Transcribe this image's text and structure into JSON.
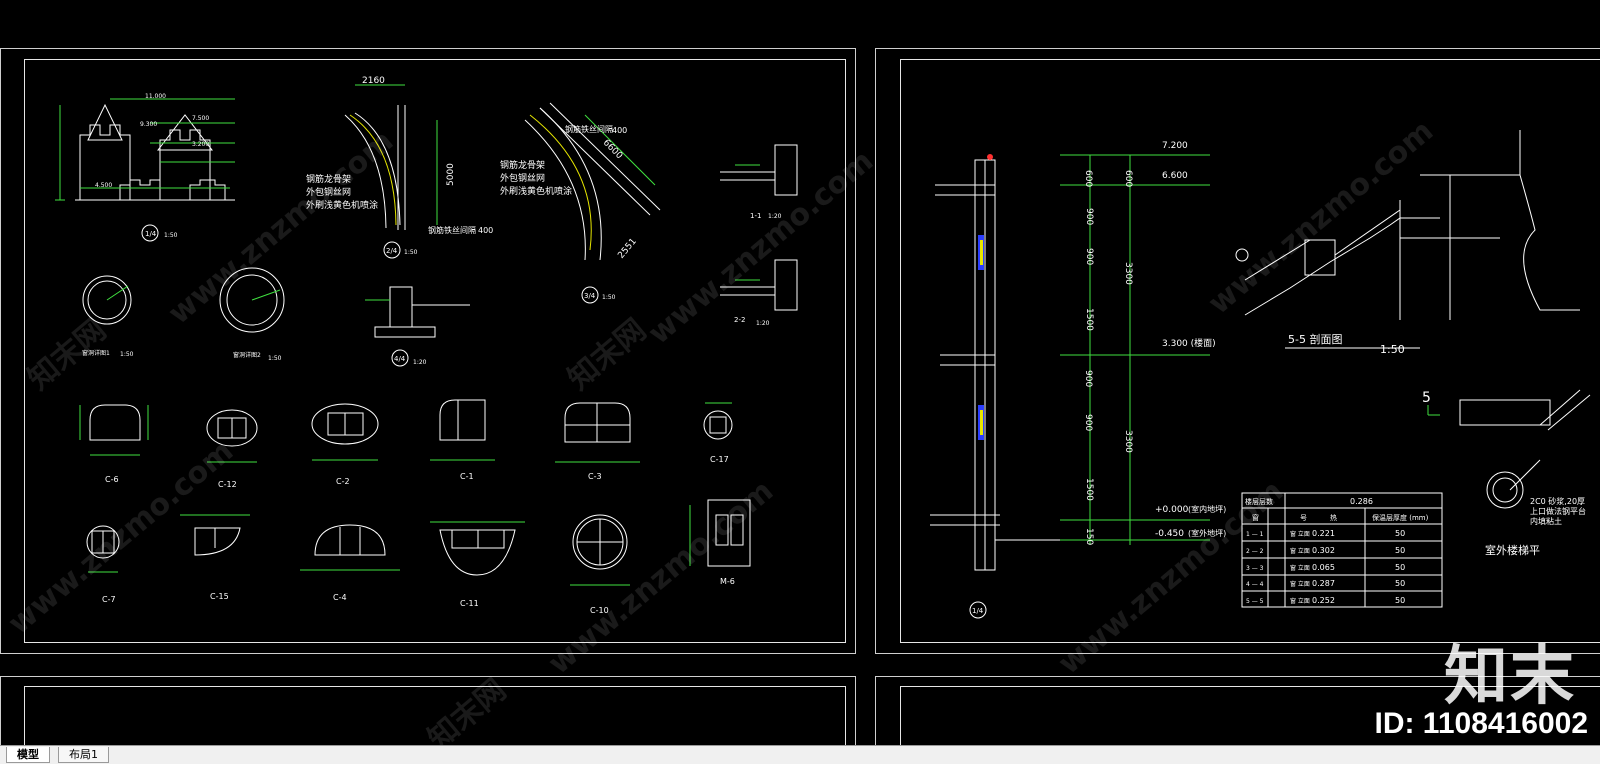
{
  "tabs": [
    {
      "label": "模型",
      "active": true
    },
    {
      "label": "布局1",
      "active": false
    }
  ],
  "left_sheet": {
    "dims": {
      "d2160": "2160",
      "d6600": "6600",
      "d5000": "5000",
      "d2551": "2551",
      "d11000": "11.000",
      "d9300": "9.300",
      "d7500": "7.500",
      "d3200": "3.200",
      "d4500": "4.500"
    },
    "notes": {
      "n1": "钢筋龙骨架",
      "n2": "外包钢丝网",
      "n3": "外刷浅黄色机喷涂",
      "n4": "钢筋龙骨架",
      "n5": "外包钢丝网",
      "n6": "外刷浅黄色机喷涂",
      "n7": "钢筋铁丝间隔",
      "n8": "钢筋铁丝间隔",
      "n9": "400",
      "n10": "400"
    },
    "scales": {
      "s1": "1:50",
      "s2": "1:50",
      "s3": "1:50",
      "s4": "1:20",
      "s5": "1:20",
      "s6": "1:20",
      "s7": "1:50",
      "s8": "1:50"
    },
    "labels": {
      "l1": "1-1",
      "l2": "2-2",
      "l3": "窗洞详图1",
      "l4": "窗洞详图2"
    },
    "windows_row1": [
      "C-6",
      "C-12",
      "C-2",
      "C-1",
      "C-3",
      "C-17"
    ],
    "windows_row2": [
      "C-7",
      "C-15",
      "C-4",
      "C-11",
      "C-10",
      "M-6"
    ]
  },
  "right_sheet": {
    "elevations": {
      "e1": "7.200",
      "e2": "6.600",
      "e3": "3.300 (楼面)",
      "e4": "+0.000",
      "e5": "-0.450",
      "e6": "(室内地坪)",
      "e7": "(室外地坪)"
    },
    "dims": {
      "v600a": "600",
      "v600b": "600",
      "v900a": "900",
      "v900b": "900",
      "v1500a": "1500",
      "v3300a": "3300",
      "v900c": "900",
      "v900d": "900",
      "v1500b": "1500",
      "v3300b": "3300",
      "v150": "150"
    },
    "section_title": "5-5 剖面图",
    "section_scale": "1:50",
    "stair_plan_title": "室外楼梯平",
    "stair_note1": "2C0 砂浆,20厚",
    "stair_note2": "上口做法钢平台",
    "stair_note3": "内填粘土",
    "section_mark": "5",
    "table": {
      "header": [
        "楼层层数",
        "0.286"
      ],
      "subheader": [
        "窗",
        "号",
        "热",
        "保温层厚度 (mm)"
      ],
      "rows": [
        [
          "1 — 1",
          "窗 立面",
          "0.221",
          "50"
        ],
        [
          "2 — 2",
          "窗 立面",
          "0.302",
          "50"
        ],
        [
          "3 — 3",
          "窗 立面",
          "0.065",
          "50"
        ],
        [
          "4 — 4",
          "窗 立面",
          "0.287",
          "50"
        ],
        [
          "5 — 5",
          "窗 立面",
          "0.252",
          "50"
        ]
      ]
    }
  },
  "watermark": {
    "text": "www.znzmo.com",
    "cn": "知末网"
  },
  "brand": "知末",
  "image_id": "ID: 1108416002"
}
